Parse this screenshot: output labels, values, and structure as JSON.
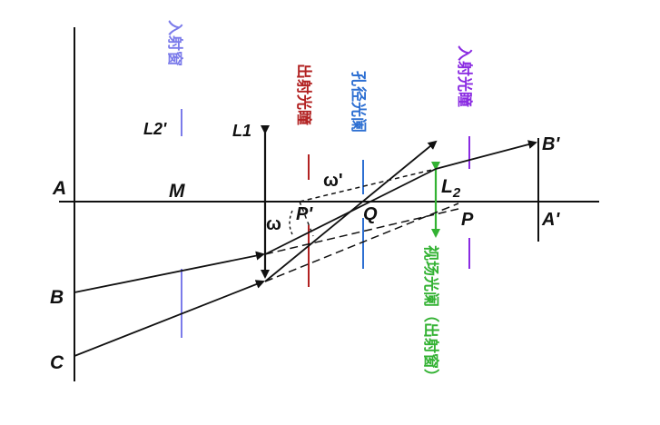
{
  "labels": {
    "A": "A",
    "B": "B",
    "C": "C",
    "M": "M",
    "L1": "L1",
    "L2prime": "L2'",
    "L2": "L2",
    "Pprime": "P'",
    "Q": "Q",
    "P": "P",
    "Aprime": "A'",
    "Bprime": "B'",
    "omega_prime": "ω'",
    "omega": "ω"
  },
  "stops": {
    "entrance_window": "入射窗",
    "exit_pupil": "出射光瞳",
    "aperture_stop": "孔径光阑",
    "entrance_pupil": "入射光瞳",
    "field_stop": "视场光阑（出射窗）"
  },
  "colors": {
    "entrance_window": "#7b7bea",
    "exit_pupil": "#b22222",
    "aperture_stop": "#2d6fd2",
    "entrance_pupil": "#8a2be2",
    "field_stop": "#33b233",
    "ink": "#111111"
  }
}
